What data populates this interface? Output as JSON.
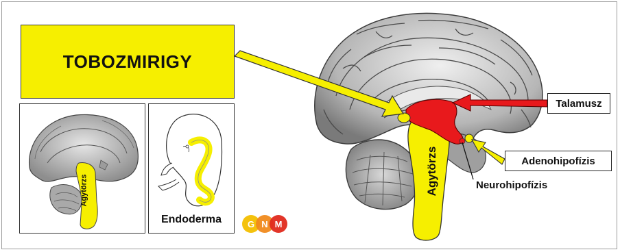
{
  "title": "TOBOZMIRIGY",
  "labels": {
    "talamusz": "Talamusz",
    "adenohipofizis": "Adenohipofízis",
    "neurohipofizis": "Neurohipofízis",
    "agytorzs_main": "Agytörzs",
    "agytorzs_small": "Agytörzs",
    "endoderma": "Endoderma"
  },
  "logo": {
    "letters": [
      "G",
      "N",
      "M"
    ],
    "colors": [
      "#f4c20d",
      "#f08a1c",
      "#e02a1e"
    ]
  },
  "colors": {
    "highlight_yellow": "#f6ef00",
    "thalamus_red": "#e8191c",
    "brain_gray": "#b9b9b9"
  }
}
